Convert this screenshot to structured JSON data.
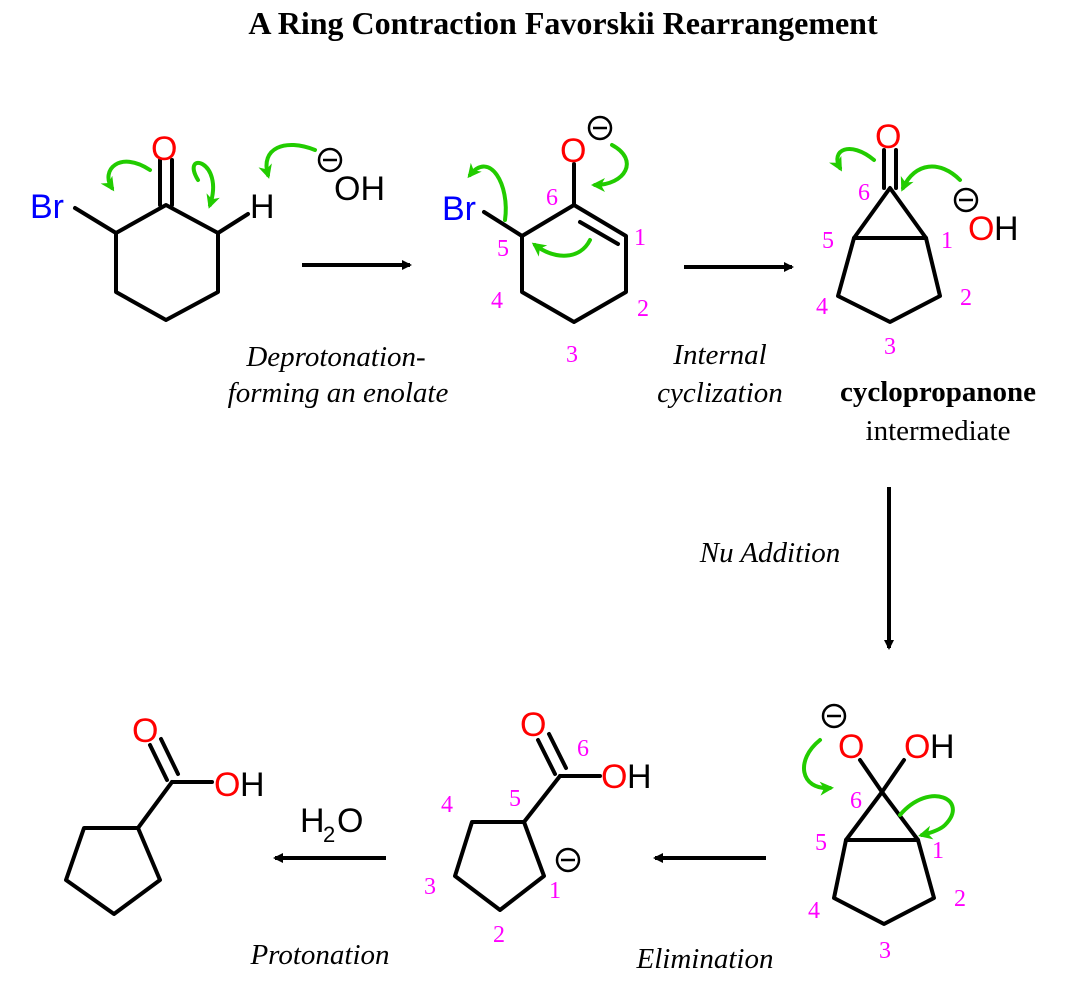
{
  "title": "A Ring Contraction Favorskii Rearrangement",
  "colors": {
    "oxygen": "#ff0000",
    "bromine": "#0000ff",
    "numbering": "#ff00ff",
    "curly_arrow": "#22cc00",
    "bond": "#000000"
  },
  "atoms": {
    "O": "O",
    "Br": "Br",
    "H": "H",
    "OH": "OH",
    "H2O_H": "H",
    "H2O_sub": "2",
    "H2O_O": "O"
  },
  "steps": {
    "s1": {
      "line1": "Deprotonation-",
      "line2": "forming an enolate"
    },
    "s2": {
      "line1": "Internal",
      "line2": "cyclization"
    },
    "s3": {
      "label": "Nu Addition"
    },
    "s4": {
      "label": "Elimination"
    },
    "s5": {
      "label": "Protonation",
      "reagent": "H2O"
    }
  },
  "intermediate_label": {
    "bold": "cyclopropanone",
    "normal": "intermediate"
  },
  "numbers": [
    "1",
    "2",
    "3",
    "4",
    "5",
    "6"
  ]
}
